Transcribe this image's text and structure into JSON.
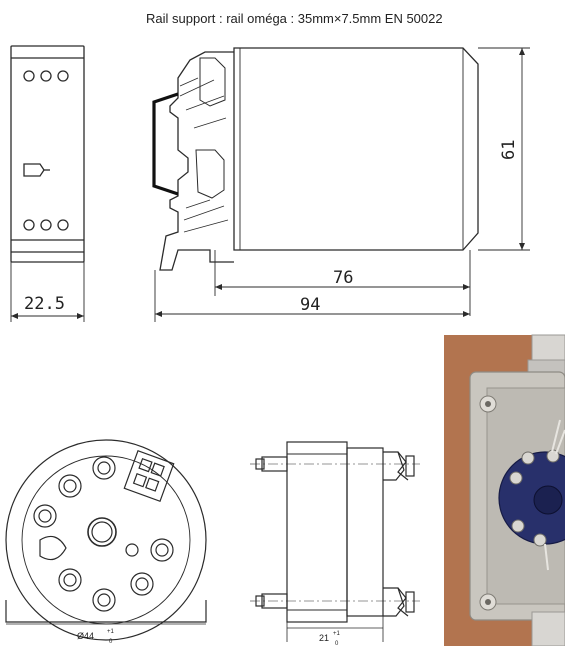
{
  "caption": "Rail support : rail oméga : 35mm×7.5mm EN 50022",
  "dimensions": {
    "width_front": "22.5",
    "height_side": "61",
    "depth_body": "76",
    "depth_total": "94"
  },
  "head_module": {
    "diameter_main": "Ø44",
    "diameter_tol_upper": "+1",
    "diameter_tol_lower": "0",
    "height_main": "21",
    "height_tol_upper": "+1",
    "height_tol_lower": "0"
  },
  "colors": {
    "line": "#2b2b2b",
    "rail": "#111111",
    "enclosure": "#c9c6bf",
    "module_blue": "#28306b",
    "background_photo": "#b87a55"
  }
}
